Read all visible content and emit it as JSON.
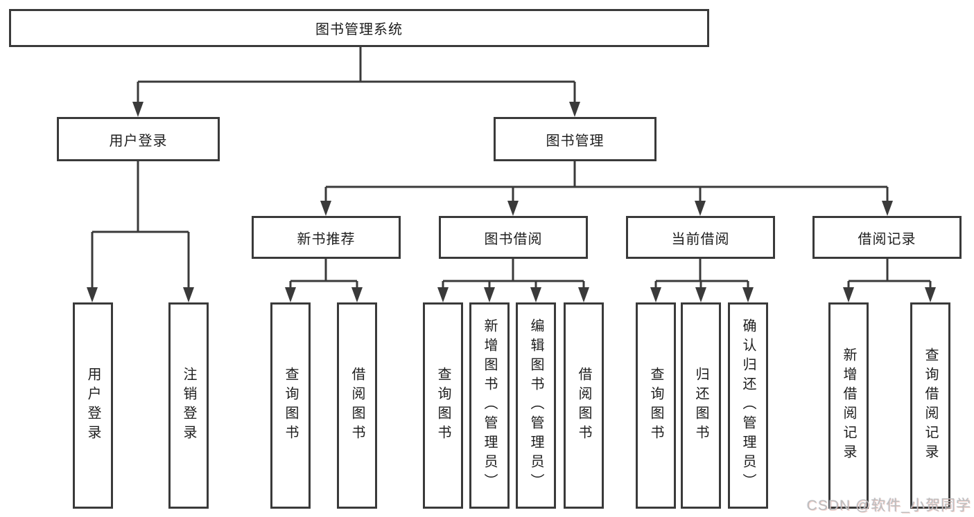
{
  "tree": {
    "label": "图书管理系统",
    "children": [
      {
        "label": "用户登录",
        "children": [
          {
            "label": "用户登录"
          },
          {
            "label": "注销登录"
          }
        ]
      },
      {
        "label": "图书管理",
        "children": [
          {
            "label": "新书推荐",
            "children": [
              {
                "label": "查询图书"
              },
              {
                "label": "借阅图书"
              }
            ]
          },
          {
            "label": "图书借阅",
            "children": [
              {
                "label": "查询图书"
              },
              {
                "label": "新增图书（管理员）"
              },
              {
                "label": "编辑图书（管理员）"
              },
              {
                "label": "借阅图书"
              }
            ]
          },
          {
            "label": "当前借阅",
            "children": [
              {
                "label": "查询图书"
              },
              {
                "label": "归还图书"
              },
              {
                "label": "确认归还（管理员）"
              }
            ]
          },
          {
            "label": "借阅记录",
            "children": [
              {
                "label": "新增借阅记录"
              },
              {
                "label": "查询借阅记录"
              }
            ]
          }
        ]
      }
    ]
  },
  "watermark": {
    "text": "CSDN @软件_小贺同学"
  },
  "colors": {
    "line": "#3a3a3a",
    "text": "#1d1d1d",
    "watermark": "#bdbdbd",
    "background": "#ffffff"
  }
}
